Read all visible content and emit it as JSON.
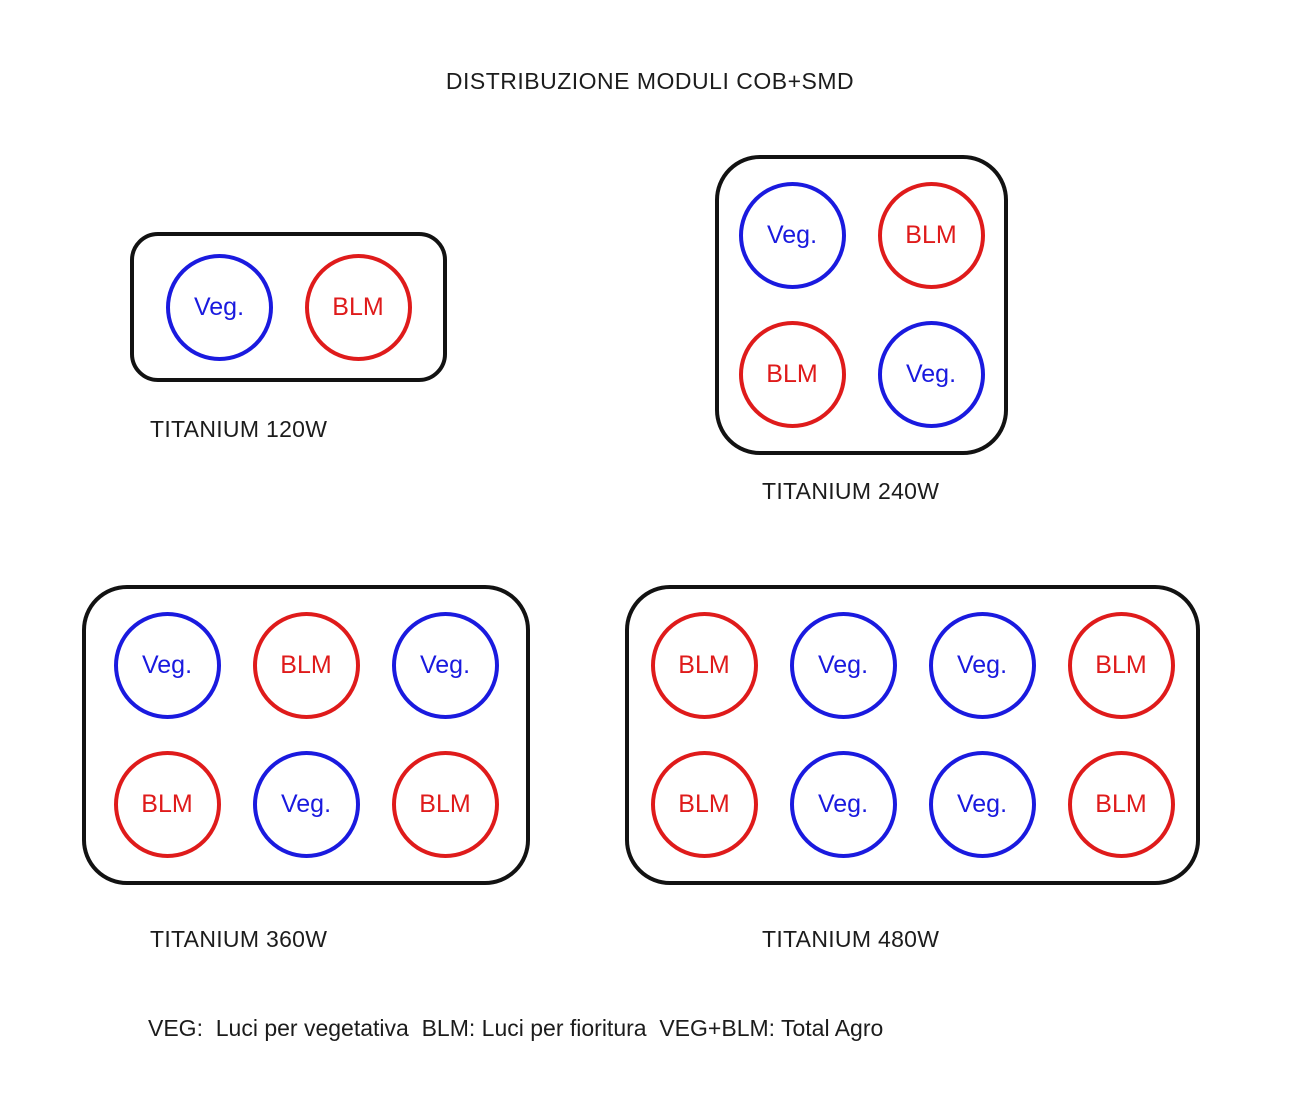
{
  "title": "DISTRIBUZIONE MODULI COB+SMD",
  "colors": {
    "veg": "#1a1adf",
    "blm": "#df1b1b"
  },
  "fixtures": [
    {
      "label": "TITANIUM 120W",
      "columns": 2,
      "modules": [
        {
          "label": "Veg.",
          "type": "veg"
        },
        {
          "label": "BLM",
          "type": "blm"
        }
      ]
    },
    {
      "label": "TITANIUM 240W",
      "columns": 2,
      "modules": [
        {
          "label": "Veg.",
          "type": "veg"
        },
        {
          "label": "BLM",
          "type": "blm"
        },
        {
          "label": "BLM",
          "type": "blm"
        },
        {
          "label": "Veg.",
          "type": "veg"
        }
      ]
    },
    {
      "label": "TITANIUM 360W",
      "columns": 3,
      "modules": [
        {
          "label": "Veg.",
          "type": "veg"
        },
        {
          "label": "BLM",
          "type": "blm"
        },
        {
          "label": "Veg.",
          "type": "veg"
        },
        {
          "label": "BLM",
          "type": "blm"
        },
        {
          "label": "Veg.",
          "type": "veg"
        },
        {
          "label": "BLM",
          "type": "blm"
        }
      ]
    },
    {
      "label": "TITANIUM 480W",
      "columns": 4,
      "modules": [
        {
          "label": "BLM",
          "type": "blm"
        },
        {
          "label": "Veg.",
          "type": "veg"
        },
        {
          "label": "Veg.",
          "type": "veg"
        },
        {
          "label": "BLM",
          "type": "blm"
        },
        {
          "label": "BLM",
          "type": "blm"
        },
        {
          "label": "Veg.",
          "type": "veg"
        },
        {
          "label": "Veg.",
          "type": "veg"
        },
        {
          "label": "BLM",
          "type": "blm"
        }
      ]
    }
  ],
  "legend": "VEG:  Luci per vegetativa  BLM: Luci per fioritura  VEG+BLM: Total Agro"
}
